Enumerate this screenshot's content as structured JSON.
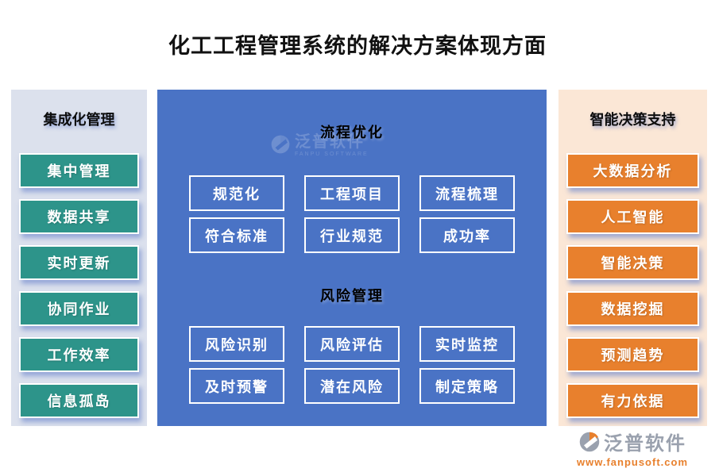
{
  "title": "化工工程管理系统的解决方案体现方面",
  "panels": {
    "left": {
      "header": "集成化管理",
      "items": [
        "集中管理",
        "数据共享",
        "实时更新",
        "协同作业",
        "工作效率",
        "信息孤岛"
      ]
    },
    "center": {
      "sections": [
        {
          "header": "流程优化",
          "items": [
            "规范化",
            "工程项目",
            "流程梳理",
            "符合标准",
            "行业规范",
            "成功率"
          ]
        },
        {
          "header": "风险管理",
          "items": [
            "风险识别",
            "风险评估",
            "实时监控",
            "及时预警",
            "潜在风险",
            "制定策略"
          ]
        }
      ],
      "watermark": {
        "text": "泛普软件",
        "subtext": "FANPU SOFTWARE"
      }
    },
    "right": {
      "header": "智能决策支持",
      "items": [
        "大数据分析",
        "人工智能",
        "智能决策",
        "数据挖掘",
        "预测趋势",
        "有力依据"
      ]
    }
  },
  "footer": {
    "brand": "泛普软件",
    "url": "www.fanpusoft.com"
  },
  "colors": {
    "teal_button": "#2d948a",
    "orange_button": "#e8802d",
    "center_blue": "#4a73c5",
    "left_panel_bg": "#dce1ed",
    "right_panel_bg": "#fbe7d6",
    "brand_gray": "#9aa1ae"
  }
}
